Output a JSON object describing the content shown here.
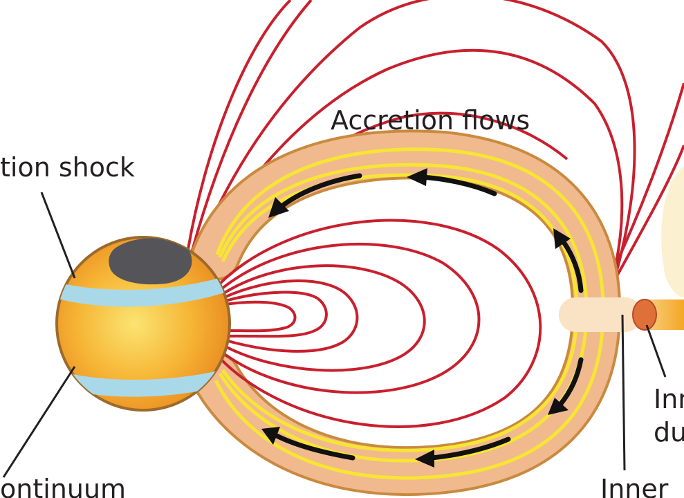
{
  "labels": {
    "accretion_flows": "Accretion flows",
    "shock": "tion shock",
    "continuum": "ontinuum",
    "inner_bottom": "Inner",
    "inner_dust_1": "Inn",
    "inner_dust_2": "du"
  },
  "colors": {
    "field_line": "#c8202e",
    "star_orange": "#f2a52b",
    "star_core": "#fbe06e",
    "hotspot": "#555559",
    "shock_band": "#a9d9e8",
    "funnel_outer": "#f1b98e",
    "funnel_edge": "#c98a3f",
    "funnel_stream": "#f7e534",
    "disk_light": "#f9e3c4",
    "disk_orange": "#f5a623",
    "dust_rim": "#e0703a",
    "arrow": "#111111"
  }
}
